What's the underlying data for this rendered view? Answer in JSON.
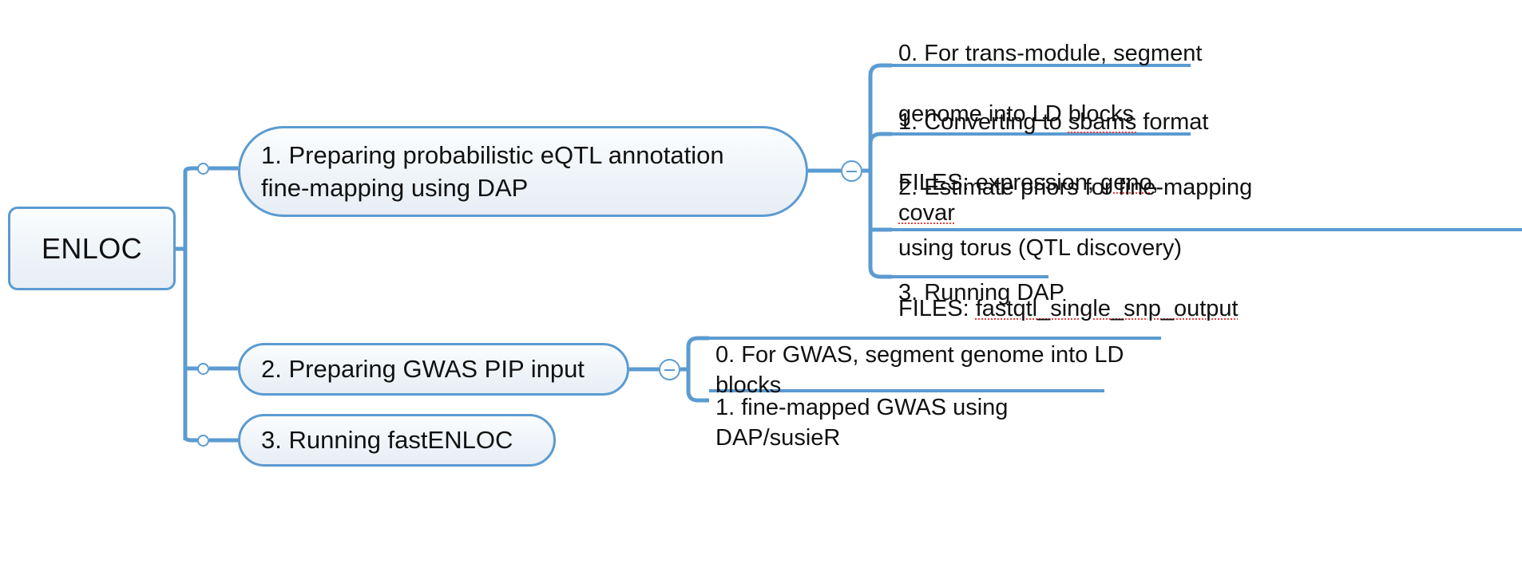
{
  "diagram": {
    "type": "mind-map",
    "title": "ENLOC",
    "accent_color": "#5b9bd1",
    "node_fill": "#eef3f8",
    "text_color": "#111111",
    "spellcheck_underline_color": "#e8413a",
    "background": "#ffffff"
  },
  "root": {
    "label": "ENLOC"
  },
  "branches": [
    {
      "id": "branch1",
      "label": "1. Preparing probabilistic eQTL annotation\nfine-mapping using DAP",
      "collapse_toggle": "minus",
      "children": [
        {
          "id": "b1c0",
          "line1": "0. For trans-module, segment",
          "line2": "genome into LD blocks",
          "spellcheck_terms": []
        },
        {
          "id": "b1c1",
          "line1_prefix": "1. Converting to ",
          "line1_term": "sbams",
          "line1_suffix": " format",
          "line2_prefix": "FILES: expression, ",
          "line2_term_a": "geno",
          "line2_mid": ", ",
          "line2_term_b": "covar",
          "spellcheck_terms": [
            "sbams",
            "geno",
            "covar"
          ]
        },
        {
          "id": "b1c2",
          "line1": "2. Estimate priors for fine-mapping",
          "line2": "using torus (QTL discovery)",
          "line3_prefix": "FILES: ",
          "line3_term": "fastqtl_single_snp_output",
          "spellcheck_terms": [
            "fastqtl_single_snp_output"
          ]
        },
        {
          "id": "b1c3",
          "line1": "3. Running DAP",
          "spellcheck_terms": []
        }
      ]
    },
    {
      "id": "branch2",
      "label": "2. Preparing GWAS PIP input",
      "collapse_toggle": "minus",
      "children": [
        {
          "id": "b2c0",
          "line1": "0. For GWAS, segment genome into LD blocks",
          "spellcheck_terms": []
        },
        {
          "id": "b2c1",
          "line1": "1. fine-mapped GWAS using DAP/susieR",
          "spellcheck_terms": []
        }
      ]
    },
    {
      "id": "branch3",
      "label": "3. Running fastENLOC",
      "collapse_toggle": null,
      "children": []
    }
  ]
}
